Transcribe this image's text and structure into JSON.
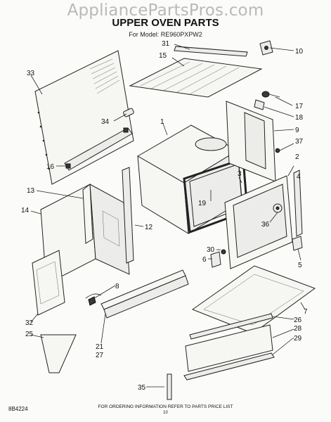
{
  "watermark": "AppliancePartsPros.com",
  "title": "UPPER OVEN PARTS",
  "model_line": "For Model: RE960PXPW2",
  "diagram_code": "8B4224",
  "footer": "FOR ORDERING INFORMATION REFER TO PARTS PRICE LIST",
  "page_number": "10",
  "part_labels": [
    "31",
    "15",
    "10",
    "33",
    "17",
    "18",
    "34",
    "1",
    "9",
    "37",
    "2",
    "16",
    "4",
    "13",
    "3",
    "19",
    "14",
    "12",
    "36",
    "30",
    "6",
    "5",
    "8",
    "7",
    "26",
    "32",
    "28",
    "29",
    "25",
    "21",
    "27",
    "35"
  ]
}
